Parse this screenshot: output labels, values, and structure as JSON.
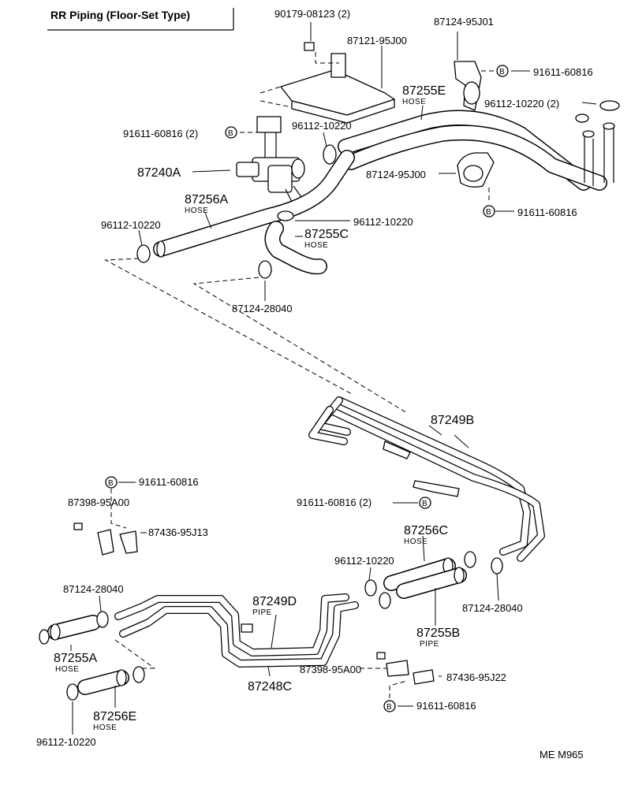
{
  "title": "RR Piping (Floor-Set Type)",
  "footer_code": "ME  M965",
  "bolt_symbol": "B",
  "labels": {
    "p90179_08123": "90179-08123 (2)",
    "p87121_95J00": "87121-95J00",
    "p87124_95J01": "87124-95J01",
    "p91611_60816_tr": "91611-60816",
    "p87255E": "87255E",
    "p87255E_sub": "HOSE",
    "p96112_10220_2": "96112-10220 (2)",
    "p91611_60816_2_top": "91611-60816 (2)",
    "p96112_10220_valve": "96112-10220",
    "p87240A": "87240A",
    "p87124_95J00": "87124-95J00",
    "p87256A": "87256A",
    "p87256A_sub": "HOSE",
    "p91611_60816_r": "91611-60816",
    "p96112_10220_l": "96112-10220",
    "p96112_10220_c": "96112-10220",
    "p87255C": "87255C",
    "p87255C_sub": "HOSE",
    "p87124_28040_top": "87124-28040",
    "p87249B": "87249B",
    "p91611_60816_ml": "91611-60816",
    "p87398_95A00_l": "87398-95A00",
    "p87436_95J13": "87436-95J13",
    "p91611_60816_2_mid": "91611-60816 (2)",
    "p87256C": "87256C",
    "p87256C_sub": "HOSE",
    "p96112_10220_m": "96112-10220",
    "p87124_28040_l": "87124-28040",
    "p87249D": "87249D",
    "p87249D_sub": "PIPE",
    "p87124_28040_r": "87124-28040",
    "p87255A": "87255A",
    "p87255A_sub": "HOSE",
    "p87255B": "87255B",
    "p87255B_sub": "PIPE",
    "p87398_95A00_r": "87398-95A00",
    "p87436_95J22": "87436-95J22",
    "p87248C": "87248C",
    "p91611_60816_br": "91611-60816",
    "p87256E": "87256E",
    "p87256E_sub": "HOSE",
    "p96112_10220_bl": "96112-10220"
  }
}
